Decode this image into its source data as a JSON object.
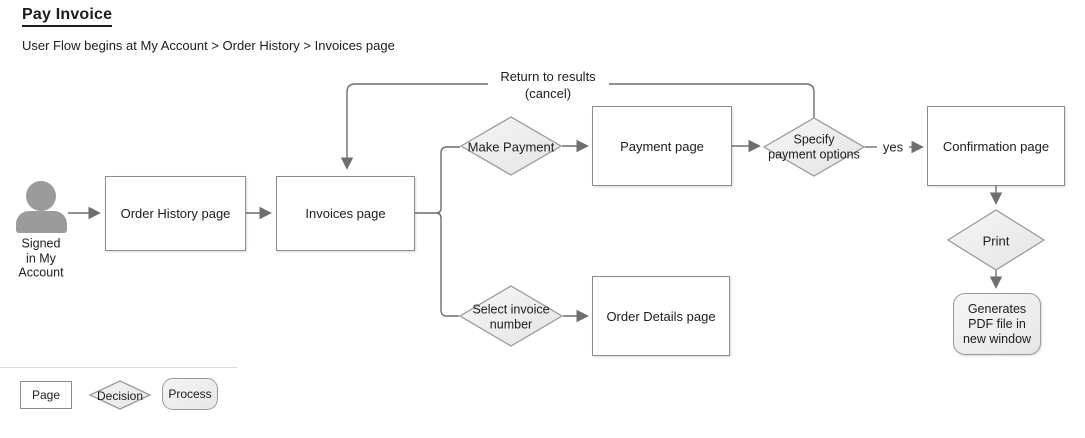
{
  "header": {
    "title": "Pay Invoice",
    "subtitle": "User Flow begins at My Account > Order History > Invoices page"
  },
  "flow": {
    "start_label": "Signed\nin My\nAccount",
    "nodes": {
      "order_history": "Order History page",
      "invoices": "Invoices page",
      "make_payment": "Make Payment",
      "payment": "Payment page",
      "specify_options": "Specify\npayment options",
      "confirmation": "Confirmation page",
      "print": "Print",
      "generate_pdf": "Generates\nPDF file in\nnew window",
      "select_invoice": "Select invoice\nnumber",
      "order_details": "Order Details page"
    },
    "edge_labels": {
      "cancel": "Return to results\n(cancel)",
      "yes": "yes"
    }
  },
  "legend": {
    "page": "Page",
    "decision": "Decision",
    "process": "Process"
  },
  "colors": {
    "shape_border": "#8c8c8c",
    "diamond_border": "#9a9a9a",
    "diamond_fill_light": "#f6f6f6",
    "diamond_fill_dark": "#e6e6e6",
    "connector": "#6e6e6e",
    "person_icon": "#9b9b9b",
    "text": "#1c1c1c"
  }
}
